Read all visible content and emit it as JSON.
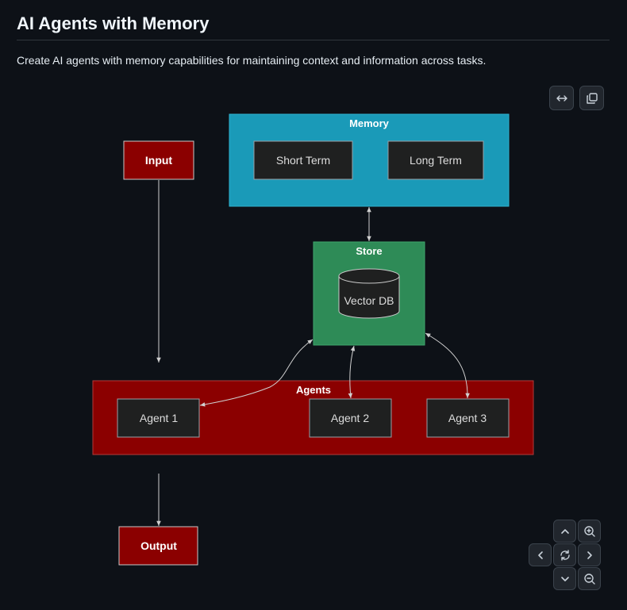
{
  "header": {
    "title": "AI Agents with Memory",
    "description": "Create AI agents with memory capabilities for maintaining context and information across tasks."
  },
  "toolbar": {
    "fit_icon": "arrows-horizontal-icon",
    "copy_icon": "copy-icon"
  },
  "diagram": {
    "colors": {
      "memory_fill": "#1a9ab8",
      "store_fill": "#2e8b57",
      "agents_fill": "#8b0000",
      "io_fill": "#8b0000",
      "inner_fill": "#1f2020",
      "edge": "#d0d0d0"
    },
    "nodes": {
      "input": "Input",
      "output": "Output",
      "short_term": "Short Term",
      "long_term": "Long Term",
      "vector_db": "Vector DB",
      "agent_1": "Agent 1",
      "agent_2": "Agent 2",
      "agent_3": "Agent 3"
    },
    "groups": {
      "memory": "Memory",
      "store": "Store",
      "agents": "Agents"
    }
  },
  "nav_controls": {
    "up": "chevron-up-icon",
    "down": "chevron-down-icon",
    "left": "chevron-left-icon",
    "right": "chevron-right-icon",
    "reset": "reset-icon",
    "zoom_in": "zoom-in-icon",
    "zoom_out": "zoom-out-icon"
  }
}
